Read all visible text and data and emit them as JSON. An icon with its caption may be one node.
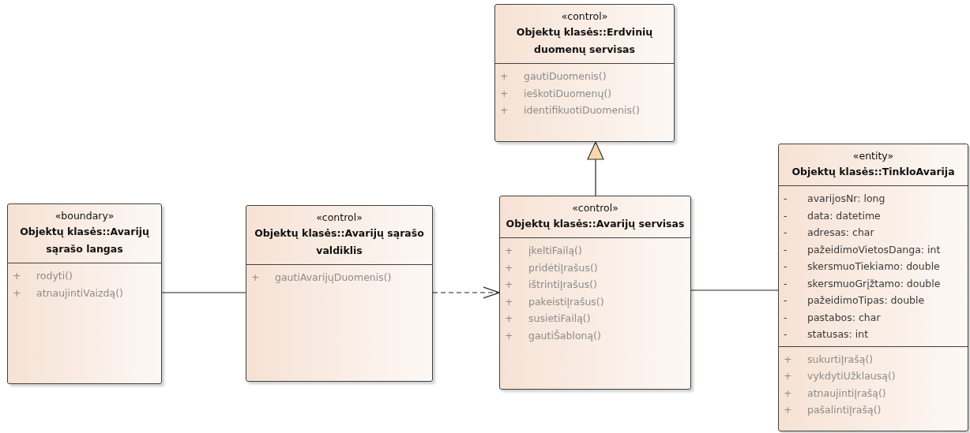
{
  "diagram": {
    "nodes": [
      {
        "text": [
          "«boundary»",
          "Objektų klasės::Avarijų sąrašo langas",
          "+ rodyti()",
          "+ atnaujintiVaizdą()"
        ]
      },
      {
        "text": [
          "«control»",
          "Objektų klasės::Avarijų sąrašo valdiklis",
          "+ gautiAvarijųDuomenis()"
        ]
      },
      {
        "text": [
          "«control»",
          "Objektų klasės::Erdvinių duomenų servisas",
          "+ gautiDuomenis()",
          "+ ieškotiDuomenų()",
          "+ identifikuotiDuomenis()"
        ]
      },
      {
        "text": [
          "«control»",
          "Objektų klasės::Avarijų servisas",
          "+ įkeltiFailą()",
          "+ pridėtiĮrašus()",
          "+ ištrintiĮrašus()",
          "+ pakeistiĮrašus()",
          "+ susietiFailą()",
          "+ gautiŠabloną()"
        ]
      },
      {
        "text": [
          "«entity»",
          "Objektų klasės::TinkloAvarija",
          "- avarijosNr: long",
          "- data: datetime",
          "- adresas: char",
          "- pažeidimoVietosDanga: int",
          "- skersmuoTiekiamo: double",
          "- skersmuoGrįžtamo: double",
          "- pažeidimoTipas: double",
          "- pastabos: char",
          "- statusas: int",
          "+ sukurtiĮrašą()",
          "+ vykdytiUžklausą()",
          "+ atnaujintiĮrašą()",
          "+ pašalintiĮrašą()"
        ]
      }
    ],
    "edges": [
      {
        "from": 0,
        "to": 1,
        "arrow": "none"
      },
      {
        "from": 1,
        "to": 3,
        "arrow": "to",
        "style": "dashed"
      },
      {
        "from": 3,
        "to": 2,
        "arrow": "to"
      },
      {
        "from": 3,
        "to": 4,
        "arrow": "none"
      }
    ]
  }
}
